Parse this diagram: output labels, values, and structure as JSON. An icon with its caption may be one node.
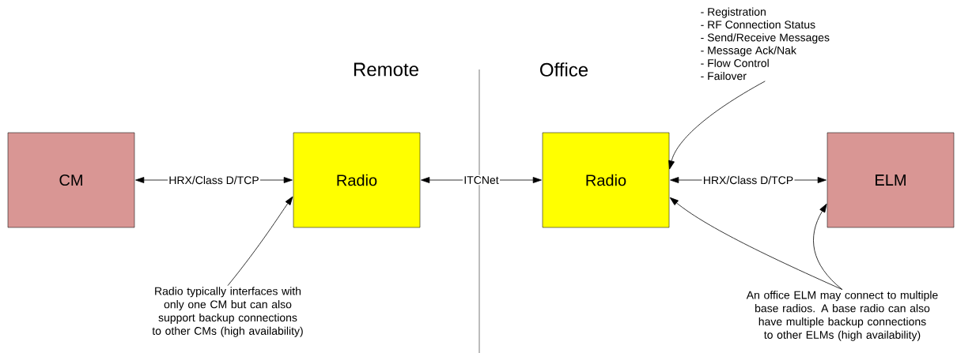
{
  "diagram": {
    "nodes": [
      {
        "text": [
          "CM"
        ]
      },
      {
        "text": [
          "Radio"
        ]
      },
      {
        "text": [
          "Radio"
        ]
      },
      {
        "text": [
          "ELM"
        ]
      },
      {
        "text": [
          "Radio typically interfaces with only one CM but can also support backup connections to other CMs (high availability)"
        ]
      },
      {
        "text": [
          "- Registration",
          "- RF Connection Status",
          "- Send/Receive Messages",
          "- Message Ack/Nak",
          "- Flow Control",
          "- Failover"
        ]
      },
      {
        "text": [
          "An office ELM may connect to multiple base radios. A base radio can also have multiple backup connections to other ELMs (high availability)"
        ]
      }
    ],
    "edges": [
      {
        "from": 0,
        "to": 1,
        "arrow": "both",
        "label": "HRX/Class D/TCP"
      },
      {
        "from": 1,
        "to": 2,
        "arrow": "both",
        "label": "ITCNet"
      },
      {
        "from": 2,
        "to": 3,
        "arrow": "both",
        "label": "HRX/Class D/TCP"
      },
      {
        "from": 4,
        "to": 1,
        "arrow": "to"
      },
      {
        "from": 5,
        "to": 2,
        "arrow": "to"
      },
      {
        "from": 6,
        "to": 2,
        "arrow": "to"
      },
      {
        "from": 6,
        "to": 3,
        "arrow": "to"
      }
    ],
    "labels": [
      "Remote",
      "Office"
    ]
  }
}
